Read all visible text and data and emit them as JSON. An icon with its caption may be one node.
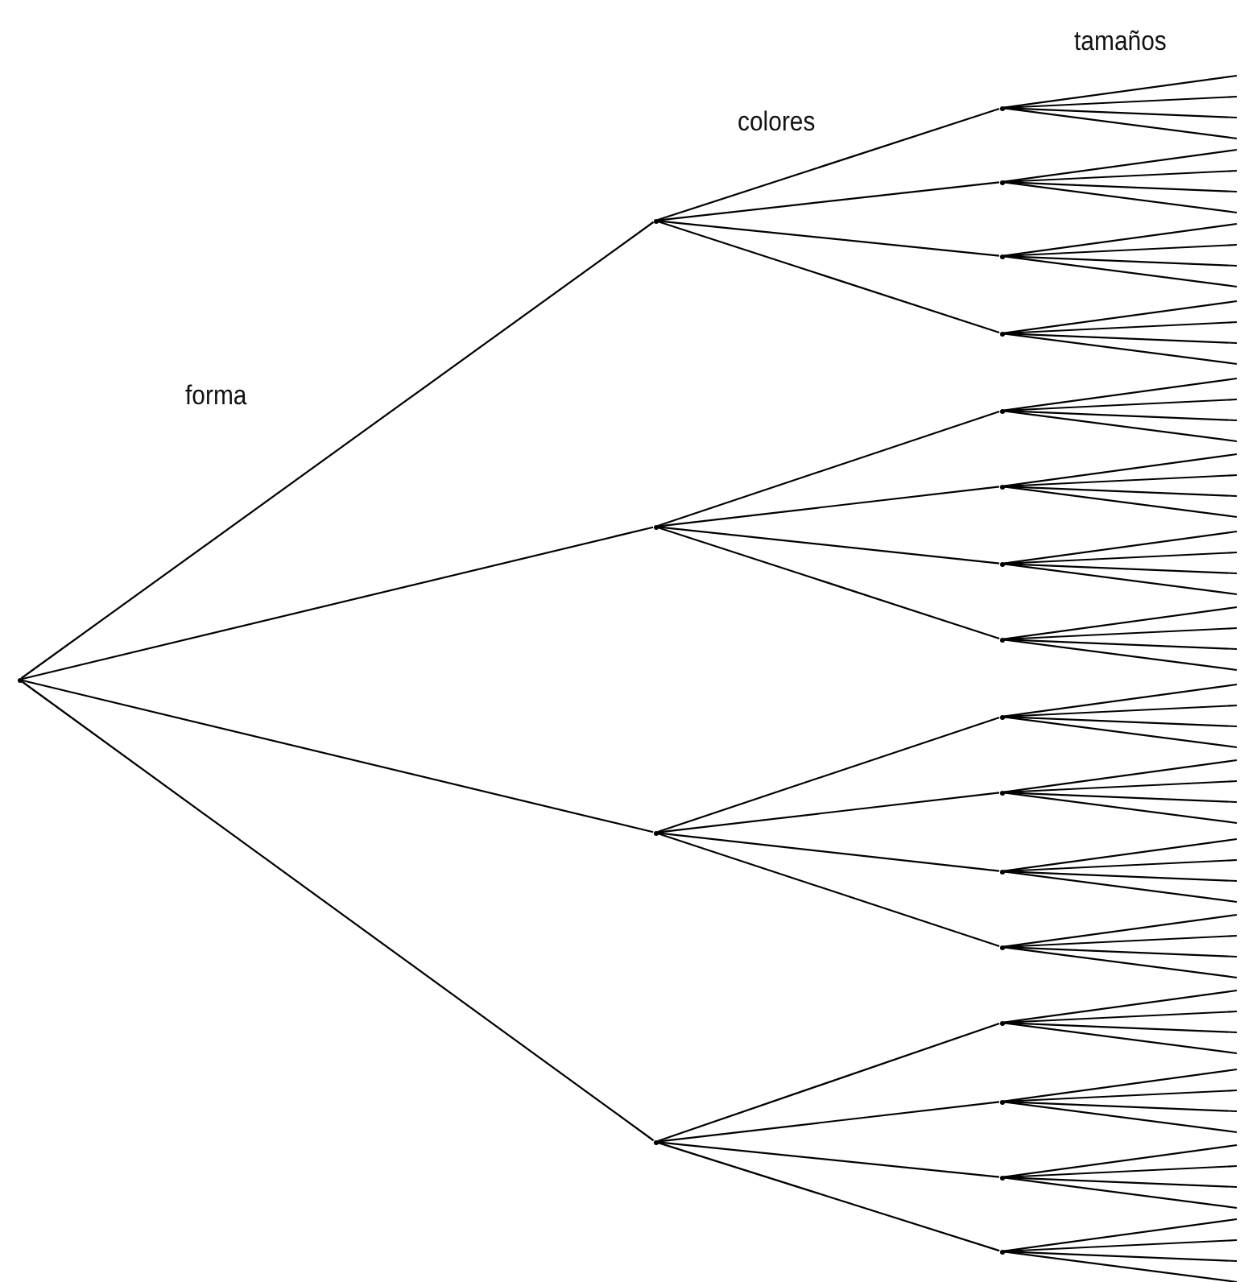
{
  "diagram": {
    "nodes": [
      {
        "text": [],
        "shape": "point"
      },
      {
        "text": [],
        "shape": "point"
      },
      {
        "text": [],
        "shape": "point"
      },
      {
        "text": [],
        "shape": "point"
      },
      {
        "text": [],
        "shape": "point"
      },
      {
        "text": [],
        "shape": "point"
      },
      {
        "text": [],
        "shape": "point"
      },
      {
        "text": [],
        "shape": "point"
      },
      {
        "text": [],
        "shape": "point"
      },
      {
        "text": [],
        "shape": "point"
      },
      {
        "text": [],
        "shape": "point"
      },
      {
        "text": [],
        "shape": "point"
      },
      {
        "text": [],
        "shape": "point"
      },
      {
        "text": [],
        "shape": "point"
      },
      {
        "text": [],
        "shape": "point"
      },
      {
        "text": [],
        "shape": "point"
      },
      {
        "text": [],
        "shape": "point"
      },
      {
        "text": [],
        "shape": "point"
      },
      {
        "text": [],
        "shape": "point"
      },
      {
        "text": [],
        "shape": "point"
      },
      {
        "text": [],
        "shape": "point"
      }
    ],
    "edges": [
      {
        "from": 0,
        "to": 1,
        "arrow": "none"
      },
      {
        "from": 0,
        "to": 2,
        "arrow": "none"
      },
      {
        "from": 0,
        "to": 3,
        "arrow": "none"
      },
      {
        "from": 0,
        "to": 4,
        "arrow": "none"
      },
      {
        "from": 1,
        "to": 5,
        "arrow": "none"
      },
      {
        "from": 1,
        "to": 6,
        "arrow": "none"
      },
      {
        "from": 1,
        "to": 7,
        "arrow": "none"
      },
      {
        "from": 1,
        "to": 8,
        "arrow": "none"
      },
      {
        "from": 2,
        "to": 9,
        "arrow": "none"
      },
      {
        "from": 2,
        "to": 10,
        "arrow": "none"
      },
      {
        "from": 2,
        "to": 11,
        "arrow": "none"
      },
      {
        "from": 2,
        "to": 12,
        "arrow": "none"
      },
      {
        "from": 3,
        "to": 13,
        "arrow": "none"
      },
      {
        "from": 3,
        "to": 14,
        "arrow": "none"
      },
      {
        "from": 3,
        "to": 15,
        "arrow": "none"
      },
      {
        "from": 3,
        "to": 16,
        "arrow": "none"
      },
      {
        "from": 4,
        "to": 17,
        "arrow": "none"
      },
      {
        "from": 4,
        "to": 18,
        "arrow": "none"
      },
      {
        "from": 4,
        "to": 19,
        "arrow": "none"
      },
      {
        "from": 4,
        "to": 20,
        "arrow": "none"
      },
      {
        "from": 5,
        "to": null,
        "arrow": "none"
      },
      {
        "from": 5,
        "to": null,
        "arrow": "none"
      },
      {
        "from": 5,
        "to": null,
        "arrow": "none"
      },
      {
        "from": 5,
        "to": null,
        "arrow": "none"
      },
      {
        "from": 6,
        "to": null,
        "arrow": "none"
      },
      {
        "from": 6,
        "to": null,
        "arrow": "none"
      },
      {
        "from": 6,
        "to": null,
        "arrow": "none"
      },
      {
        "from": 6,
        "to": null,
        "arrow": "none"
      },
      {
        "from": 7,
        "to": null,
        "arrow": "none"
      },
      {
        "from": 7,
        "to": null,
        "arrow": "none"
      },
      {
        "from": 7,
        "to": null,
        "arrow": "none"
      },
      {
        "from": 7,
        "to": null,
        "arrow": "none"
      },
      {
        "from": 8,
        "to": null,
        "arrow": "none"
      },
      {
        "from": 8,
        "to": null,
        "arrow": "none"
      },
      {
        "from": 8,
        "to": null,
        "arrow": "none"
      },
      {
        "from": 8,
        "to": null,
        "arrow": "none"
      },
      {
        "from": 9,
        "to": null,
        "arrow": "none"
      },
      {
        "from": 9,
        "to": null,
        "arrow": "none"
      },
      {
        "from": 9,
        "to": null,
        "arrow": "none"
      },
      {
        "from": 9,
        "to": null,
        "arrow": "none"
      },
      {
        "from": 10,
        "to": null,
        "arrow": "none"
      },
      {
        "from": 10,
        "to": null,
        "arrow": "none"
      },
      {
        "from": 10,
        "to": null,
        "arrow": "none"
      },
      {
        "from": 10,
        "to": null,
        "arrow": "none"
      },
      {
        "from": 11,
        "to": null,
        "arrow": "none"
      },
      {
        "from": 11,
        "to": null,
        "arrow": "none"
      },
      {
        "from": 11,
        "to": null,
        "arrow": "none"
      },
      {
        "from": 11,
        "to": null,
        "arrow": "none"
      },
      {
        "from": 12,
        "to": null,
        "arrow": "none"
      },
      {
        "from": 12,
        "to": null,
        "arrow": "none"
      },
      {
        "from": 12,
        "to": null,
        "arrow": "none"
      },
      {
        "from": 12,
        "to": null,
        "arrow": "none"
      },
      {
        "from": 13,
        "to": null,
        "arrow": "none"
      },
      {
        "from": 13,
        "to": null,
        "arrow": "none"
      },
      {
        "from": 13,
        "to": null,
        "arrow": "none"
      },
      {
        "from": 13,
        "to": null,
        "arrow": "none"
      },
      {
        "from": 14,
        "to": null,
        "arrow": "none"
      },
      {
        "from": 14,
        "to": null,
        "arrow": "none"
      },
      {
        "from": 14,
        "to": null,
        "arrow": "none"
      },
      {
        "from": 14,
        "to": null,
        "arrow": "none"
      },
      {
        "from": 15,
        "to": null,
        "arrow": "none"
      },
      {
        "from": 15,
        "to": null,
        "arrow": "none"
      },
      {
        "from": 15,
        "to": null,
        "arrow": "none"
      },
      {
        "from": 15,
        "to": null,
        "arrow": "none"
      },
      {
        "from": 16,
        "to": null,
        "arrow": "none"
      },
      {
        "from": 16,
        "to": null,
        "arrow": "none"
      },
      {
        "from": 16,
        "to": null,
        "arrow": "none"
      },
      {
        "from": 16,
        "to": null,
        "arrow": "none"
      },
      {
        "from": 17,
        "to": null,
        "arrow": "none"
      },
      {
        "from": 17,
        "to": null,
        "arrow": "none"
      },
      {
        "from": 17,
        "to": null,
        "arrow": "none"
      },
      {
        "from": 17,
        "to": null,
        "arrow": "none"
      },
      {
        "from": 18,
        "to": null,
        "arrow": "none"
      },
      {
        "from": 18,
        "to": null,
        "arrow": "none"
      },
      {
        "from": 18,
        "to": null,
        "arrow": "none"
      },
      {
        "from": 18,
        "to": null,
        "arrow": "none"
      },
      {
        "from": 19,
        "to": null,
        "arrow": "none"
      },
      {
        "from": 19,
        "to": null,
        "arrow": "none"
      },
      {
        "from": 19,
        "to": null,
        "arrow": "none"
      },
      {
        "from": 19,
        "to": null,
        "arrow": "none"
      },
      {
        "from": 20,
        "to": null,
        "arrow": "none"
      },
      {
        "from": 20,
        "to": null,
        "arrow": "none"
      },
      {
        "from": 20,
        "to": null,
        "arrow": "none"
      },
      {
        "from": 20,
        "to": null,
        "arrow": "none"
      }
    ],
    "labels": [
      "tamaños",
      "colores",
      "forma"
    ]
  }
}
